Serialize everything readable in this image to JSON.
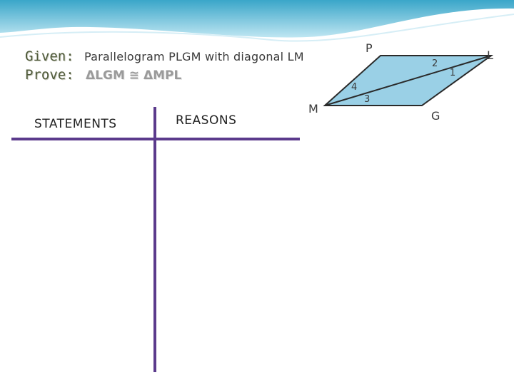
{
  "given": {
    "label": "Given:",
    "text": "Parallelogram PLGM with diagonal LM"
  },
  "prove": {
    "label": "Prove:",
    "text": "ΔLGM ≅ ΔMPL"
  },
  "table": {
    "statements_header": "STATEMENTS",
    "reasons_header": "REASONS"
  },
  "diagram": {
    "vertices": {
      "p": "P",
      "l": "L",
      "g": "G",
      "m": "M"
    },
    "angles": {
      "a1": "1",
      "a2": "2",
      "a3": "3",
      "a4": "4"
    }
  },
  "colors": {
    "header_wave": "#4db8d6",
    "table_lines": "#5b3a8c",
    "parallelogram_fill": "#9ad0e6",
    "parallelogram_edge": "#2a2a2a"
  }
}
